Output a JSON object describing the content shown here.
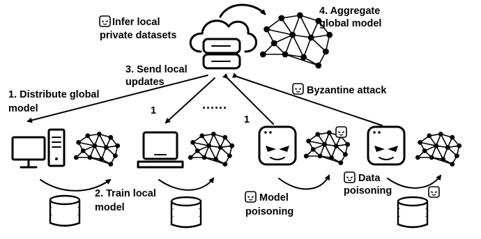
{
  "labels": {
    "infer": "Infer local private datasets",
    "infer_line1": "Infer local",
    "infer_line2": "private datasets",
    "aggregate_line1": "4. Aggregate",
    "aggregate_line2": "global model",
    "send_line1": "3. Send local",
    "send_line2": "updates",
    "distribute_line1": "1. Distribute global",
    "distribute_line2": "model",
    "byzantine": "Byzantine attack",
    "num_a": "1",
    "num_b": "1",
    "dots": "......",
    "train_line1": "2. Train local",
    "train_line2": "model",
    "model_poison_line1": "Model",
    "model_poison_line2": "poisoning",
    "data_poison_line1": "Data",
    "data_poison_line2": "poisoning"
  },
  "icons": {
    "server": "cloud-server-icon",
    "client1": "desktop-computer-icon",
    "client2": "laptop-icon",
    "client3": "malicious-client-icon",
    "client4": "malicious-client-icon",
    "network": "neural-network-icon",
    "database": "database-icon",
    "attacker": "devil-face-icon"
  }
}
